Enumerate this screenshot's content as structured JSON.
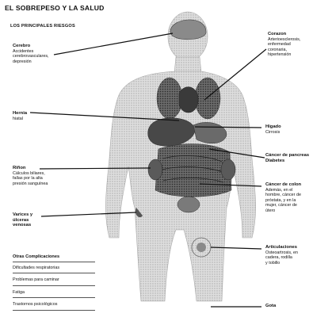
{
  "header": {
    "title": "EL SOBREPESO Y LA SALUD",
    "subtitle": "LOS PRINCIPALES RIESGOS"
  },
  "risks": {
    "cerebro": {
      "name": "Cerebro",
      "detail": "Accidentes\ncerebrovasculares,\ndepresión"
    },
    "corazon": {
      "name": "Corazon",
      "detail": "Arterioesclerosis,\nenfermedad\ncoronaria,\nhipertensión"
    },
    "hernia": {
      "name": "Hernia",
      "detail": "hiatal"
    },
    "higado": {
      "name": "Hígado",
      "detail": "Cirrosis"
    },
    "pancreas": {
      "name": "Cáncer de pancreas",
      "detail": "Diabetes"
    },
    "rinon": {
      "name": "Riñon",
      "detail": "Cálculos biliares,\nfallas por la alta\npresión sanguínea"
    },
    "colon": {
      "name": "Cáncer de colon",
      "detail": "Además, en el\nhombre, cáncer de\npróstata, y en la\nmujer, cáncer de\nútero"
    },
    "varices": {
      "name": "Varices y\núlceras\nvenosas",
      "detail": ""
    },
    "articulaciones": {
      "name": "Articulaciones",
      "detail": "Osteoartrosis, en\ncadera, rodilla\ny tobillo"
    },
    "gota": {
      "name": "Gota",
      "detail": ""
    }
  },
  "complications": {
    "title": "Otras Complicaciones",
    "items": [
      "Dificultades respiratorias",
      "Problemas para caminar",
      "Fatiga",
      "Trastornos psicológicos"
    ]
  },
  "colors": {
    "ink": "#111111",
    "body_shade": "#b9b9b9",
    "organ_shade": "#4a4a4a"
  }
}
